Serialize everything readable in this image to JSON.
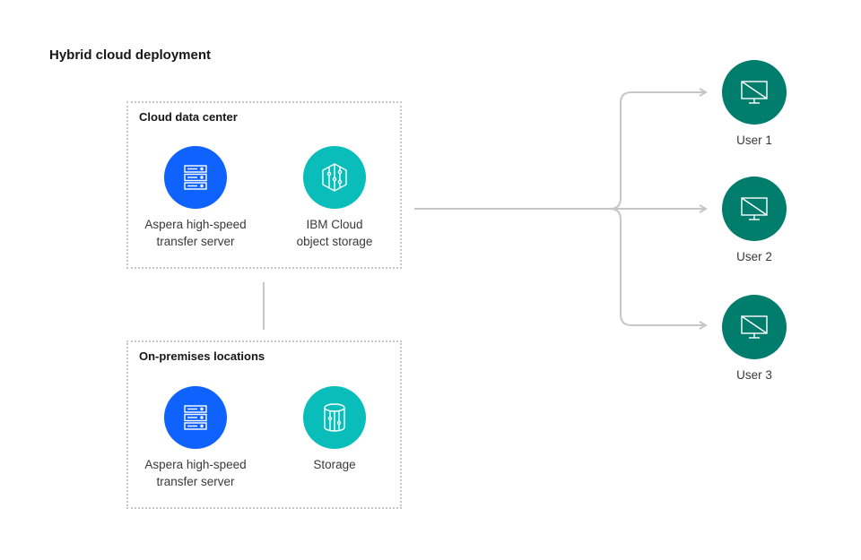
{
  "title": "Hybrid cloud deployment",
  "cloud_box": {
    "label": "Cloud data center",
    "nodes": [
      {
        "line1": "Aspera high-speed",
        "line2": "transfer server",
        "icon": "server-icon",
        "color": "#0f62fe"
      },
      {
        "line1": "IBM Cloud",
        "line2": "object storage",
        "icon": "object-storage-icon",
        "color": "#08bdba"
      }
    ]
  },
  "onprem_box": {
    "label": "On-premises locations",
    "nodes": [
      {
        "line1": "Aspera high-speed",
        "line2": "transfer server",
        "icon": "server-icon",
        "color": "#0f62fe"
      },
      {
        "line1": "Storage",
        "line2": "",
        "icon": "storage-cylinder-icon",
        "color": "#08bdba"
      }
    ]
  },
  "users": [
    {
      "label": "User 1",
      "icon": "monitor-icon",
      "color": "#017d6d"
    },
    {
      "label": "User 2",
      "icon": "monitor-icon",
      "color": "#017d6d"
    },
    {
      "label": "User 3",
      "icon": "monitor-icon",
      "color": "#017d6d"
    }
  ],
  "colors": {
    "blue": "#0f62fe",
    "teal": "#08bdba",
    "green": "#017d6d",
    "line": "#c6c6c6"
  }
}
